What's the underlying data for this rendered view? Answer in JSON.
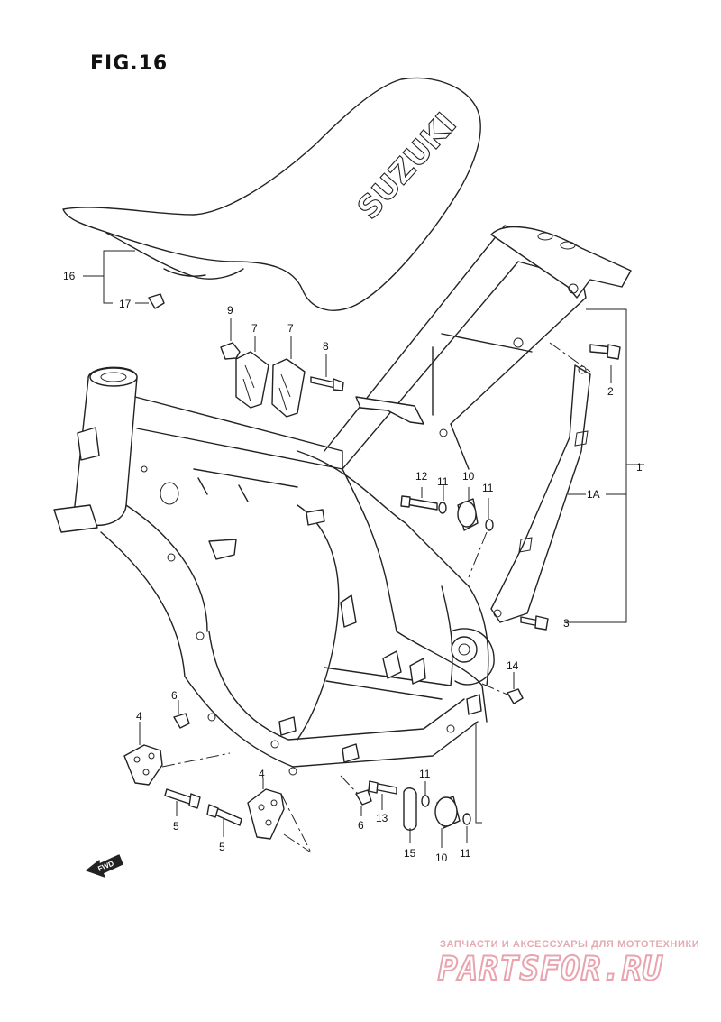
{
  "figure": {
    "title": "FIG.16"
  },
  "seat": {
    "brand_text": "SUZUKI"
  },
  "labels": {
    "l16": "16",
    "l17": "17",
    "l9": "9",
    "l7a": "7",
    "l7b": "7",
    "l8": "8",
    "l2": "2",
    "l1": "1",
    "l1A": "1A",
    "l3": "3",
    "l12": "12",
    "l11a": "11",
    "l10a": "10",
    "l11b": "11",
    "l14": "14",
    "l6a": "6",
    "l4a": "4",
    "l5a": "5",
    "l4b": "4",
    "l5b": "5",
    "l6b": "6",
    "l13": "13",
    "l11c": "11",
    "l15": "15",
    "l10b": "10",
    "l11d": "11"
  },
  "fwd_arrow": {
    "text": "FWD"
  },
  "watermark": {
    "tagline": "ЗАПЧАСТИ И АКСЕССУАРЫ ДЛЯ МОТОТЕХНИКИ",
    "logo": "PARTSFOR.RU",
    "color": "#e9a3ae"
  }
}
